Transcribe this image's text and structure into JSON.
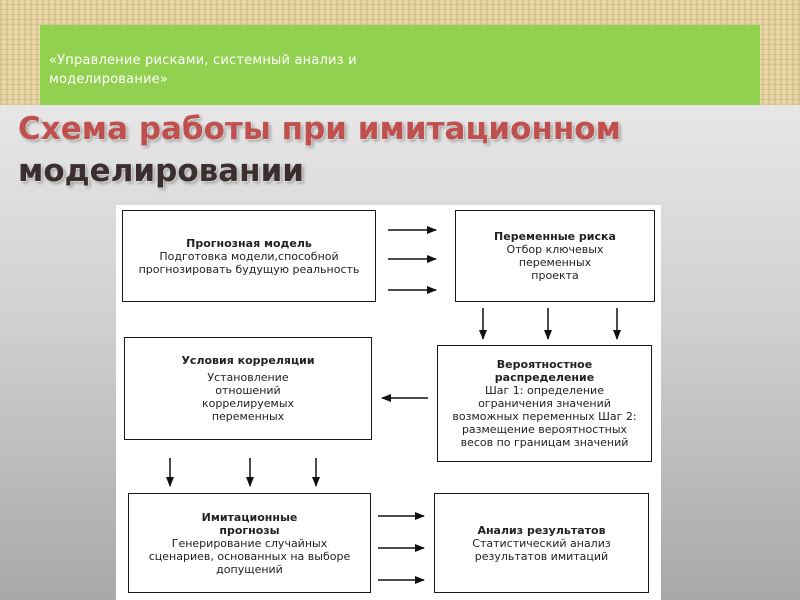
{
  "header": {
    "subtitle": "«Управление рисками, системный анализ и моделирование»"
  },
  "slide": {
    "title_line1": "Схема работы при имитационном",
    "title_line2": "моделировании"
  },
  "diagram": {
    "boxes": [
      {
        "id": "forecast-model",
        "title": "Прогнозная модель",
        "body": "Подготовка модели,способной прогнозировать будущую реальность"
      },
      {
        "id": "risk-variables",
        "title": "Переменные риска",
        "body": "Отбор ключевых переменных проекта"
      },
      {
        "id": "correlation",
        "title": "Условия корреляции",
        "body": "Установление отношений коррелируемых переменных"
      },
      {
        "id": "probability",
        "title": "Вероятностное распределение",
        "body": "Шаг 1: определение ограничения значений возможных переменных Шаг 2: размещение вероятностных весов по границам значений"
      },
      {
        "id": "simulation",
        "title": "Имитационные прогнозы",
        "body": "Генерирование случайных сценариев, основанных на выборе допущений"
      },
      {
        "id": "analysis",
        "title": "Анализ результатов",
        "body": "Статистический анализ результатов имитаций"
      }
    ]
  }
}
